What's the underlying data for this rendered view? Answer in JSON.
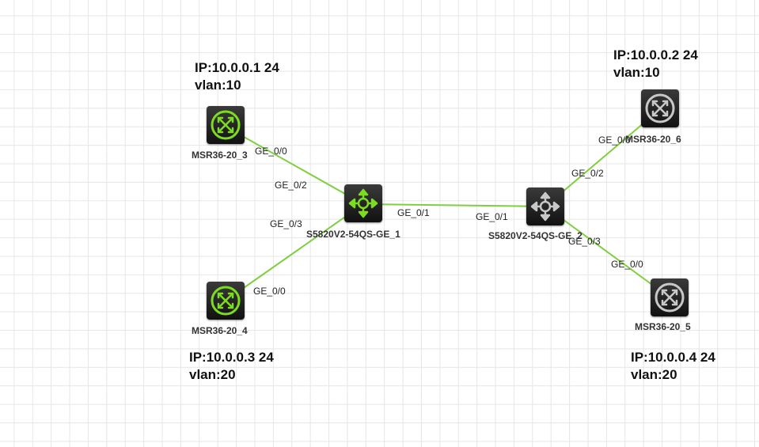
{
  "colors": {
    "active": "#7ddc1f",
    "inactive": "#c8c8c8",
    "link": "#7fcf40"
  },
  "devices": {
    "msr3": {
      "name": "MSR36-20_3",
      "kind": "router-icon",
      "state": "active"
    },
    "msr4": {
      "name": "MSR36-20_4",
      "kind": "router-icon",
      "state": "active"
    },
    "msr5": {
      "name": "MSR36-20_5",
      "kind": "router-icon",
      "state": "inactive"
    },
    "msr6": {
      "name": "MSR36-20_6",
      "kind": "router-icon",
      "state": "inactive"
    },
    "sw1": {
      "name": "S5820V2-54QS-GE_1",
      "kind": "switch-icon",
      "state": "active"
    },
    "sw2": {
      "name": "S5820V2-54QS-GE_2",
      "kind": "switch-icon",
      "state": "inactive"
    }
  },
  "links": [
    {
      "from": "msr3",
      "to": "sw1",
      "from_port": "GE_0/0",
      "to_port": "GE_0/2"
    },
    {
      "from": "msr4",
      "to": "sw1",
      "from_port": "GE_0/0",
      "to_port": "GE_0/3"
    },
    {
      "from": "sw1",
      "to": "sw2",
      "from_port": "GE_0/1",
      "to_port": "GE_0/1"
    },
    {
      "from": "sw2",
      "to": "msr6",
      "from_port": "GE_0/2",
      "to_port": "GE_0/0"
    },
    {
      "from": "sw2",
      "to": "msr5",
      "from_port": "GE_0/3",
      "to_port": "GE_0/0"
    }
  ],
  "annotations": {
    "msr3": {
      "ip": "IP:10.0.0.1 24",
      "vlan": "vlan:10"
    },
    "msr6": {
      "ip": "IP:10.0.0.2 24",
      "vlan": "vlan:10"
    },
    "msr4": {
      "ip": "IP:10.0.0.3 24",
      "vlan": "vlan:20"
    },
    "msr5": {
      "ip": "IP:10.0.0.4 24",
      "vlan": "vlan:20"
    }
  }
}
